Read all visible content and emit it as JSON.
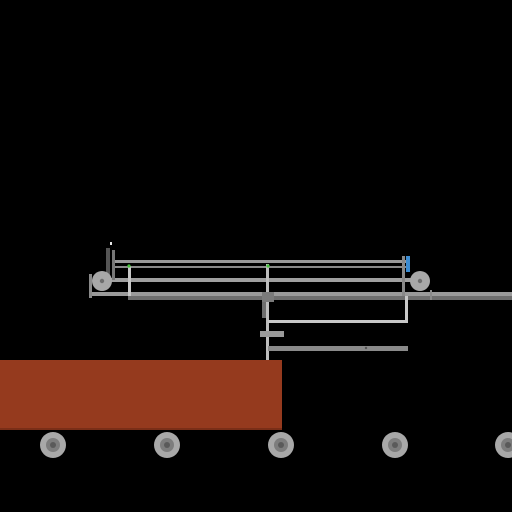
{
  "scene": {
    "background": "#000000",
    "colors": {
      "rail": "#9a9a9a",
      "rail_dark": "#6e6e6e",
      "rail_light": "#c8c8c8",
      "post": "#555555",
      "block": "#953a1e",
      "block_edge": "#7a2e17",
      "wheel": "#a8a8a8",
      "wheel_rim": "#7d7d7d",
      "wheel_hub": "#5a5a5a",
      "marker_green": "#46c43c",
      "marker_blue": "#3c8cd2",
      "marker_white": "#e6e6e6"
    },
    "wheels": [
      {
        "name": "wheel-1",
        "icon": "wheel-icon"
      },
      {
        "name": "wheel-2",
        "icon": "wheel-icon"
      },
      {
        "name": "wheel-3",
        "icon": "wheel-icon"
      },
      {
        "name": "wheel-4",
        "icon": "wheel-icon"
      },
      {
        "name": "wheel-5",
        "icon": "wheel-icon"
      }
    ],
    "pulleys": [
      {
        "name": "pulley-left",
        "icon": "pulley-icon"
      },
      {
        "name": "pulley-right",
        "icon": "pulley-icon"
      }
    ]
  }
}
